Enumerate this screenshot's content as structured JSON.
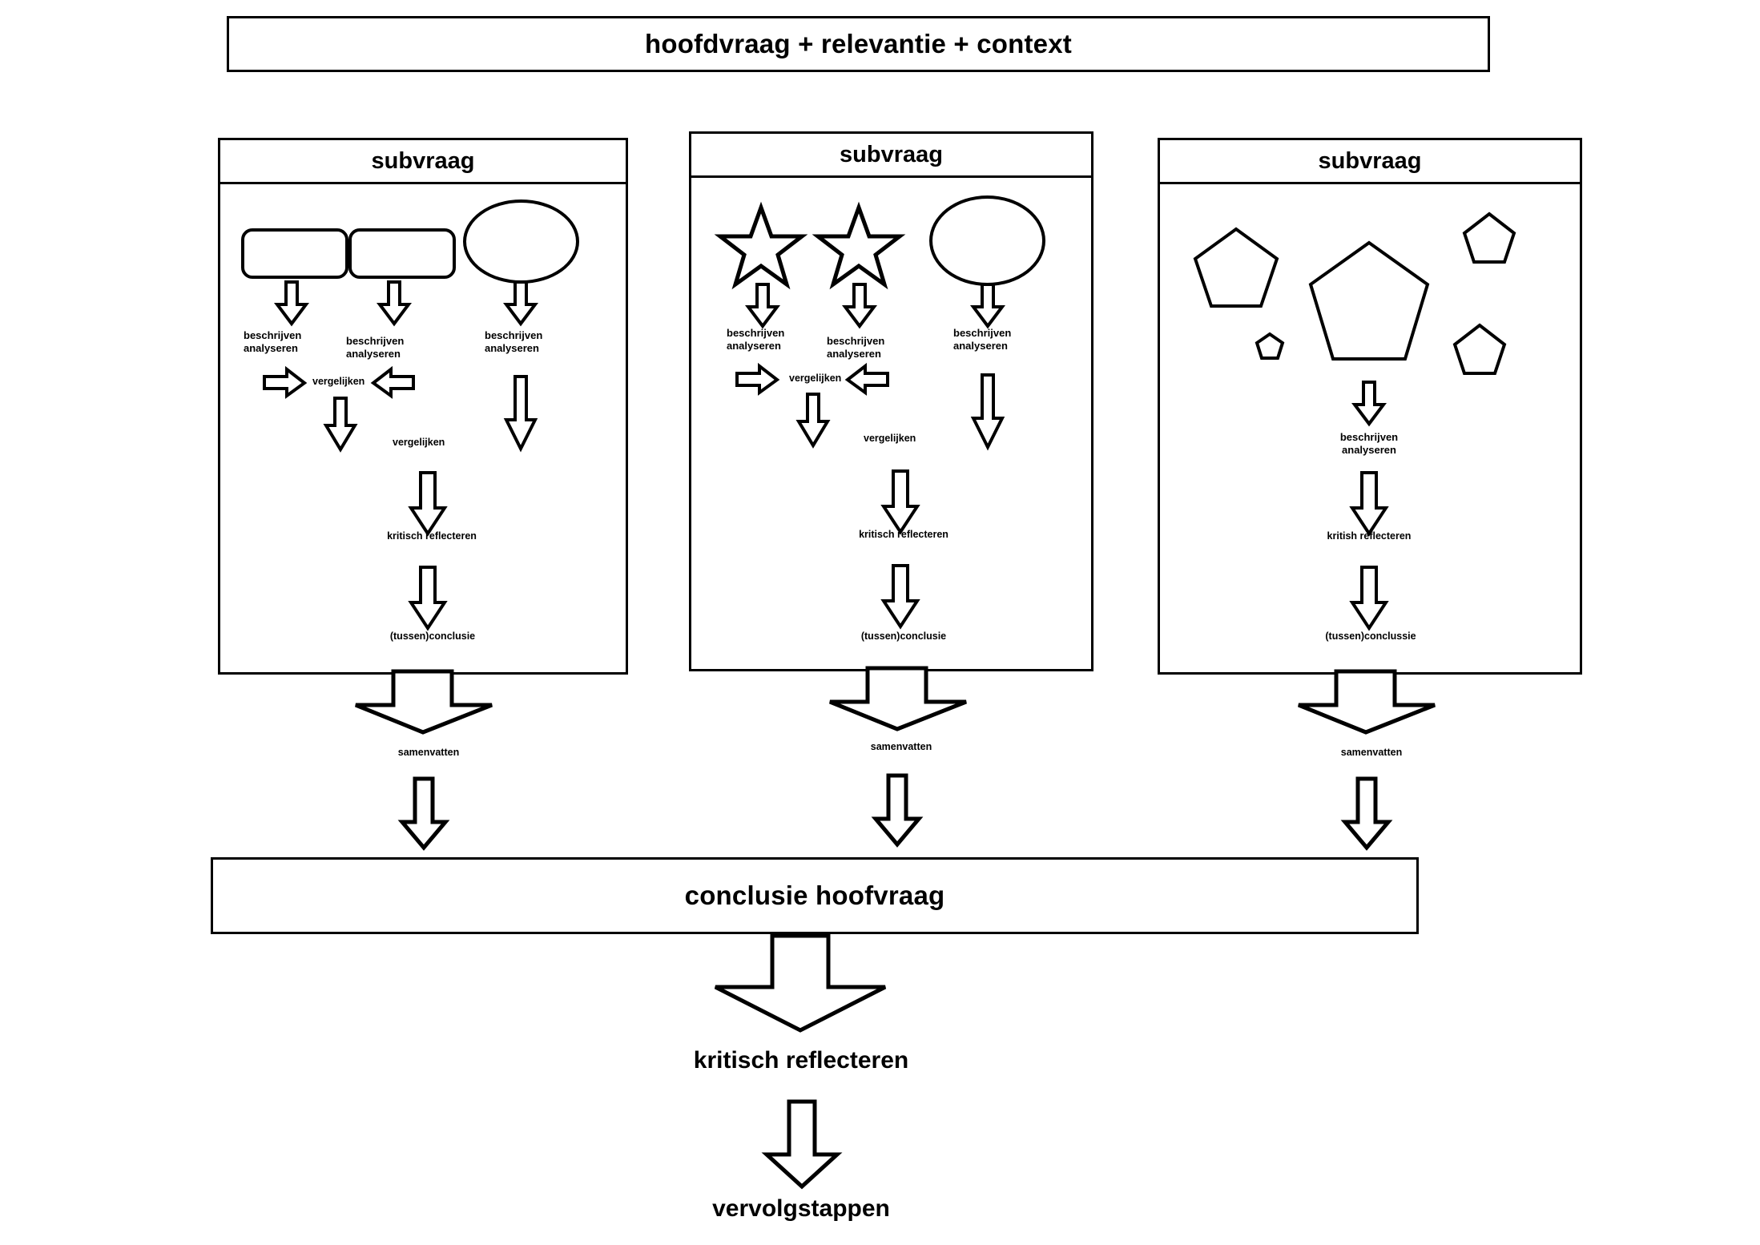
{
  "diagram": {
    "title_box": {
      "label": "hoofdvraag + relevantie + context"
    },
    "columns": [
      {
        "header": "subvraag",
        "shapes": [
          "rounded-rectangle",
          "rounded-rectangle",
          "ellipse"
        ],
        "steps": {
          "describe_1": "beschrijven\nanalyseren",
          "describe_2": "beschrijven\nanalyseren",
          "describe_3": "beschrijven\nanalyseren",
          "compare_inline": "vergelijken",
          "compare_lower": "vergelijken",
          "reflect": "kritisch reflecteren",
          "conclusion": "(tussen)conclusie"
        },
        "summarize": "samenvatten"
      },
      {
        "header": "subvraag",
        "shapes": [
          "star",
          "star",
          "ellipse"
        ],
        "steps": {
          "describe_1": "beschrijven\nanalyseren",
          "describe_2": "beschrijven\nanalyseren",
          "describe_3": "beschrijven\nanalyseren",
          "compare_inline": "vergelijken",
          "compare_lower": "vergelijken",
          "reflect": "kritisch reflecteren",
          "conclusion": "(tussen)conclusie"
        },
        "summarize": "samenvatten"
      },
      {
        "header": "subvraag",
        "shapes": [
          "pentagon",
          "pentagon",
          "pentagon",
          "pentagon",
          "pentagon"
        ],
        "steps": {
          "describe_1": "beschrijven\nanalyseren",
          "reflect": "kritish reflecteren",
          "conclusion": "(tussen)conclussie"
        },
        "summarize": "samenvatten"
      }
    ],
    "conclusion_box": {
      "label": "conclusie hoofvraag"
    },
    "final_reflect": "kritisch reflecteren",
    "final_steps": "vervolgstappen"
  },
  "colors": {
    "stroke": "#000000",
    "fill": "#ffffff"
  }
}
